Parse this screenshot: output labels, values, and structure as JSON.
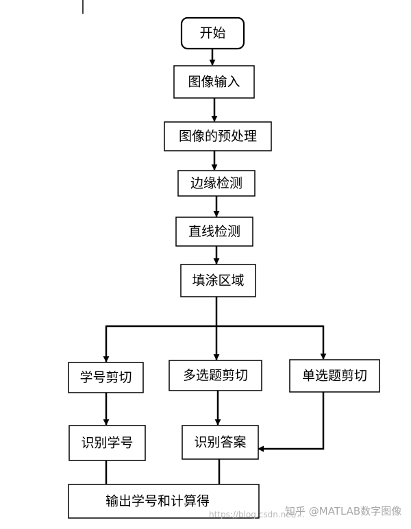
{
  "diagram": {
    "nodes": [
      {
        "id": "start",
        "label": "开始"
      },
      {
        "id": "input",
        "label": "图像输入"
      },
      {
        "id": "preprocess",
        "label": "图像的预处理"
      },
      {
        "id": "edge",
        "label": "边缘检测"
      },
      {
        "id": "line",
        "label": "直线检测"
      },
      {
        "id": "fill",
        "label": "填涂区域"
      },
      {
        "id": "cut_id",
        "label": "学号剪切"
      },
      {
        "id": "cut_multi",
        "label": "多选题剪切"
      },
      {
        "id": "cut_single",
        "label": "单选题剪切"
      },
      {
        "id": "recog_id",
        "label": "识别学号"
      },
      {
        "id": "recog_ans",
        "label": "识别答案"
      },
      {
        "id": "output",
        "label": "输出学号和计算得"
      }
    ],
    "edges": [
      [
        "start",
        "input"
      ],
      [
        "input",
        "preprocess"
      ],
      [
        "preprocess",
        "edge"
      ],
      [
        "edge",
        "line"
      ],
      [
        "line",
        "fill"
      ],
      [
        "fill",
        "cut_id"
      ],
      [
        "fill",
        "cut_multi"
      ],
      [
        "fill",
        "cut_single"
      ],
      [
        "cut_id",
        "recog_id"
      ],
      [
        "cut_multi",
        "recog_ans"
      ],
      [
        "cut_single",
        "recog_ans"
      ],
      [
        "recog_id",
        "output"
      ],
      [
        "recog_ans",
        "output"
      ]
    ]
  },
  "watermark": {
    "url": "https://blog.csdn.net/...",
    "brand": "知乎 @MATLAB数字图像"
  }
}
